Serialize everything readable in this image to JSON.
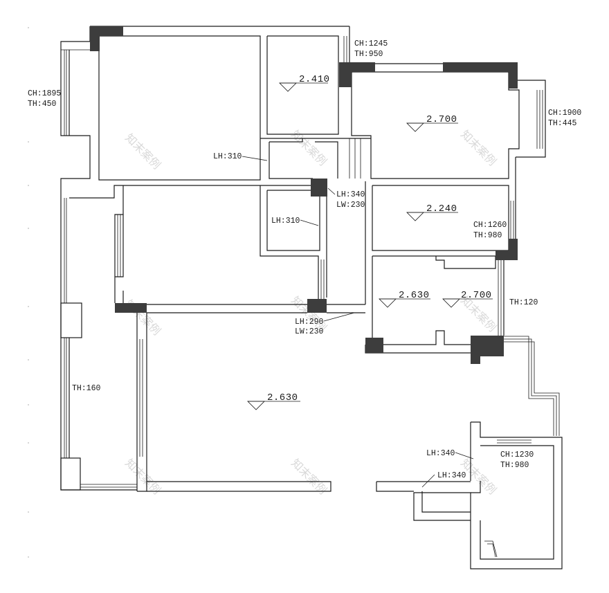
{
  "window_tags": [
    {
      "ch": "CH:1245",
      "th": "TH:950"
    },
    {
      "ch": "CH:1895",
      "th": "TH:450"
    },
    {
      "ch": "CH:1900",
      "th": "TH:445"
    },
    {
      "ch": "CH:1260",
      "th": "TH:980"
    },
    {
      "ch": "CH:1230",
      "th": "TH:980"
    }
  ],
  "single_tags": {
    "th_120": "TH:120",
    "th_160": "TH:160"
  },
  "lintels": {
    "lh_310_a": "LH:310",
    "lh_310_b": "LH:310",
    "lh_340_a": "LH:340",
    "lw_230_a": "LW:230",
    "lh_290": "LH:290",
    "lw_230_b": "LW:230",
    "lh_340_b": "LH:340",
    "lh_340_c": "LH:340"
  },
  "levels": {
    "storage": "2.410",
    "bedroom_ne": "2.700",
    "room_east": "2.240",
    "bath_a": "2.630",
    "bath_b": "2.700",
    "living": "2.630"
  },
  "watermark": "知末案例"
}
